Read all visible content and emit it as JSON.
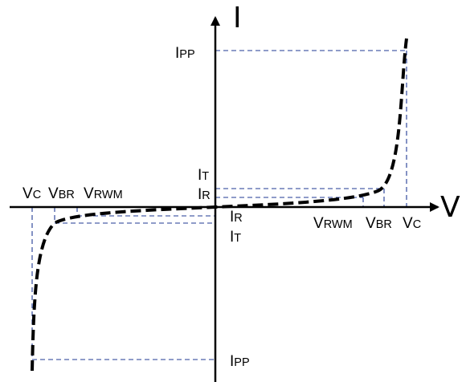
{
  "axes": {
    "vertical_symbol": "I",
    "horizontal_symbol": "V"
  },
  "labels": {
    "ipp_pos": {
      "main": "I",
      "sub": "PP"
    },
    "it_pos": {
      "main": "I",
      "sub": "T"
    },
    "ir_pos": {
      "main": "I",
      "sub": "R"
    },
    "ir_neg": {
      "main": "I",
      "sub": "R"
    },
    "it_neg": {
      "main": "I",
      "sub": "T"
    },
    "ipp_neg": {
      "main": "I",
      "sub": "PP"
    },
    "vrwm_pos": {
      "main": "V",
      "sub": "RWM"
    },
    "vbr_pos": {
      "main": "V",
      "sub": "BR"
    },
    "vc_pos": {
      "main": "V",
      "sub": "C"
    },
    "vc_neg": {
      "main": "V",
      "sub": "C"
    },
    "vbr_neg": {
      "main": "V",
      "sub": "BR"
    },
    "vrwm_neg": {
      "main": "V",
      "sub": "RWM"
    }
  },
  "colors": {
    "curve": "#000000",
    "guides": "#1f3a93",
    "axes": "#000000"
  }
}
